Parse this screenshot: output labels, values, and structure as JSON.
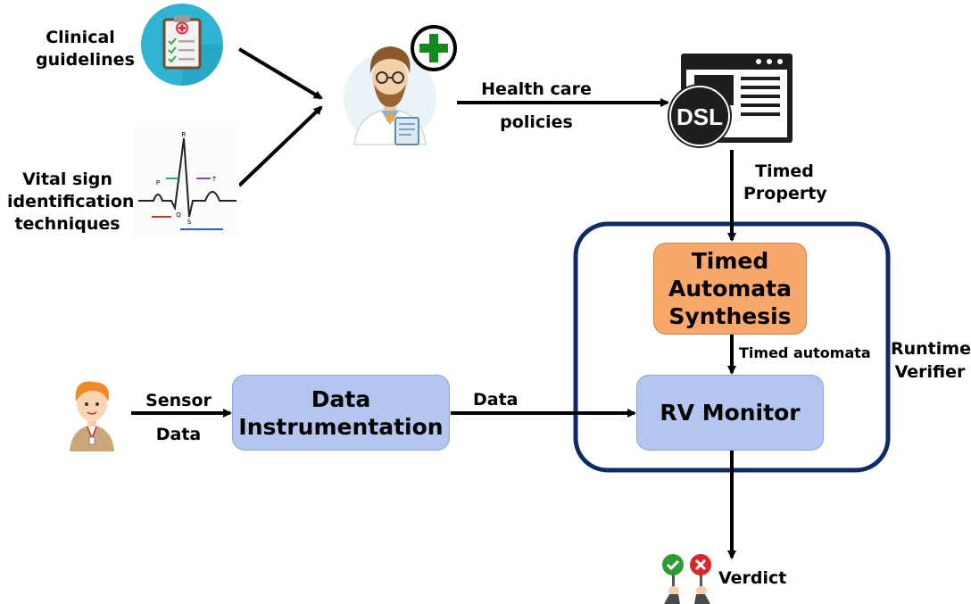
{
  "inputs": {
    "clinical_guidelines": [
      "Clinical",
      "guidelines"
    ],
    "vital_sign": [
      "Vital sign",
      "identification",
      "techniques"
    ],
    "ecg_labels": [
      "R",
      "P",
      "T",
      "Q",
      "S"
    ]
  },
  "edges": {
    "health_care_policies": [
      "Health care",
      "policies"
    ],
    "timed_property": [
      "Timed",
      "Property"
    ],
    "timed_automata": "Timed automata",
    "sensor_data": [
      "Sensor",
      "Data"
    ],
    "data": "Data"
  },
  "nodes": {
    "dsl_label": "DSL",
    "timed_automata_synthesis": [
      "Timed",
      "Automata",
      "Synthesis"
    ],
    "data_instrumentation": [
      "Data",
      "Instrumentation"
    ],
    "rv_monitor": "RV Monitor",
    "runtime_verifier": [
      "Runtime",
      "Verifier"
    ],
    "verdict": "Verdict"
  },
  "colors": {
    "synthesis_fill": "#f7a86a",
    "process_fill": "#b4c6f0",
    "verifier_border": "#0f2a66",
    "plus_green": "#138a1e",
    "check_green": "#2e9b34",
    "cross_red": "#d9262b",
    "clipboard_bg": "#2fb4d4"
  },
  "icons": [
    "clipboard-icon",
    "ecg-waveform-icon",
    "doctor-icon",
    "plus-icon",
    "dsl-document-icon",
    "patient-icon",
    "verdict-signs-icon"
  ]
}
